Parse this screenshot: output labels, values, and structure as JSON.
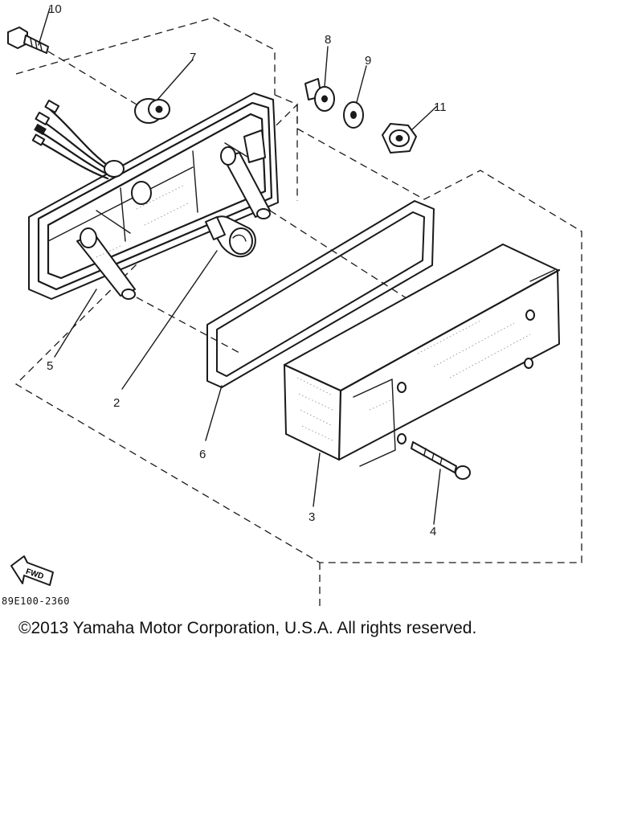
{
  "diagram": {
    "callouts": [
      {
        "id": "10",
        "text": "10"
      },
      {
        "id": "7",
        "text": "7"
      },
      {
        "id": "8",
        "text": "8"
      },
      {
        "id": "9",
        "text": "9"
      },
      {
        "id": "11",
        "text": "11"
      },
      {
        "id": "5",
        "text": "5"
      },
      {
        "id": "2",
        "text": "2"
      },
      {
        "id": "6",
        "text": "6"
      },
      {
        "id": "3",
        "text": "3"
      },
      {
        "id": "4",
        "text": "4"
      }
    ],
    "fwd_label": "FWD",
    "drawing_code": "89E100-2360"
  },
  "footer": {
    "copyright": "©2013 Yamaha Motor Corporation, U.S.A. All rights reserved."
  }
}
